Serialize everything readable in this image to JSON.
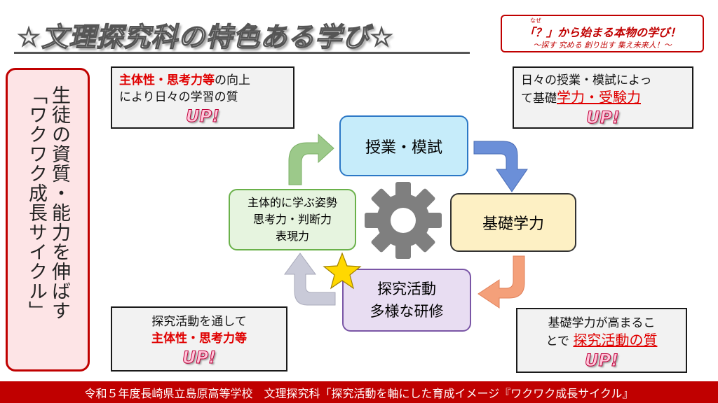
{
  "title": "☆文理探究科の特色ある学び☆",
  "slogan": {
    "ruby": "なぜ",
    "main": "「？」から始まる本物の学び！",
    "sub": "～探す 究める 創り出す 集え未来人！～"
  },
  "side_card": {
    "col1": "生徒の資質・能力を伸ばす",
    "col2": "「ワクワク成長サイクル」"
  },
  "notes": {
    "top_left": {
      "red": "主体性・思考力等",
      "rest1": "の向上",
      "line2": "により日々の学習の質",
      "up": "UP!"
    },
    "top_right": {
      "line1": "日々の授業・模試によっ",
      "prefix2": "て基礎",
      "red": "学力・受験力",
      "up": "UP!"
    },
    "bottom_left": {
      "line1": "探究活動を通して",
      "red": "主体性・思考力等",
      "up": "UP!"
    },
    "bottom_right": {
      "line1": "基礎学力が高まるこ",
      "prefix2": "とで ",
      "red": "探究活動の質",
      "up": "UP!"
    }
  },
  "cycle": {
    "class": "授業・模試",
    "basic": "基礎学力",
    "explore_line1": "探究活動",
    "explore_line2": "多様な研修",
    "active_line1": "主体的に学ぶ姿勢",
    "active_line2": "思考力・判断力",
    "active_line3": "表現力"
  },
  "footer": "令和５年度長崎県立島原高等学校　文理探究科「探究活動を軸にした育成イメージ『ワクワク成長サイクル』",
  "colors": {
    "accent_red": "#c00000",
    "arrow_blue": "#6b8fd8",
    "arrow_orange": "#f4a07a",
    "arrow_gray": "#c9cad8",
    "arrow_green": "#9cc98a",
    "gear": "#7f7f7f",
    "star": "#ffd800"
  },
  "icons": [
    "gear-icon",
    "star-icon"
  ]
}
